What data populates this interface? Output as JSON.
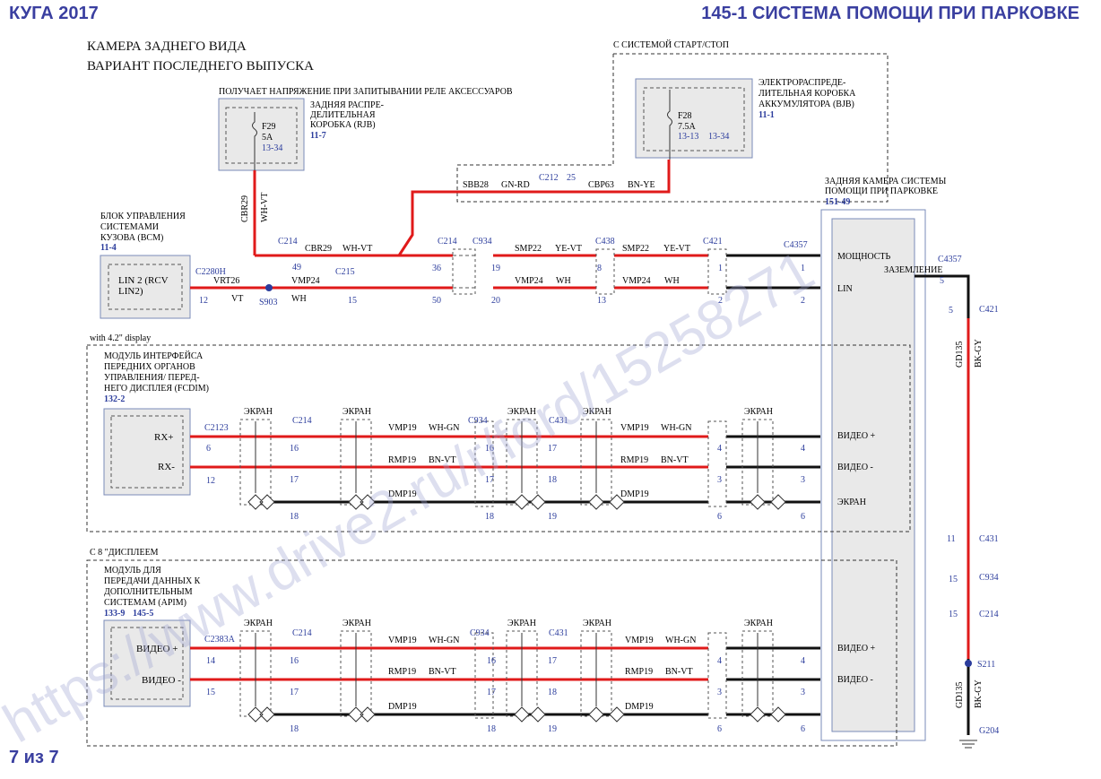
{
  "header": {
    "left": "КУГА 2017",
    "right": "145-1 СИСТЕМА ПОМОЩИ ПРИ ПАРКОВКЕ"
  },
  "footer": {
    "page": "7 из 7"
  },
  "title": {
    "line1": "КАМЕРА ЗАДНЕГО ВИДА",
    "line2": "ВАРИАНТ ПОСЛЕДНЕГО ВЫПУСКА"
  },
  "watermark": "https://www.drive2.ru/r/ford/15258271",
  "rjb": {
    "note": "ПОЛУЧАЕТ НАПРЯЖЕНИЕ ПРИ ЗАПИТЫВАНИИ РЕЛЕ АКСЕССУАРОВ",
    "fuse": "F29",
    "amp": "5A",
    "pins": "13-34",
    "name1": "ЗАДНЯЯ РАСПРЕ-",
    "name2": "ДЕЛИТЕЛЬНАЯ",
    "name3": "КОРОБКА (RJB)",
    "ref": "11-7"
  },
  "startstop": {
    "label": "С СИСТЕМОЙ СТАРТ/СТОП",
    "fuse": "F28",
    "amp": "7.5A",
    "pin1": "13-13",
    "pin2": "13-34",
    "name1": "ЭЛЕКТРОРАСПРЕДЕ-",
    "name2": "ЛИТЕЛЬНАЯ КОРОБКА",
    "name3": "АККУМУЛЯТОРА (BJB)",
    "ref": "11-1"
  },
  "wire_top": {
    "c1": "SBB28",
    "c2": "GN-RD",
    "conn": "C212",
    "pin": "25",
    "c3": "CBP63",
    "c4": "BN-YE"
  },
  "bcm": {
    "name1": "БЛОК УПРАВЛЕНИЯ",
    "name2": "СИСТЕМАМИ",
    "name3": "КУЗОВА (BCM)",
    "ref": "11-4",
    "box1": "LIN 2 (RCV",
    "box2": "LIN2)",
    "conn": "C2280H",
    "pin": "12"
  },
  "camera": {
    "name1": "ЗАДНЯЯ КАМЕРА СИСТЕМЫ",
    "name2": "ПОМОЩИ ПРИ ПАРКОВКЕ",
    "ref": "151-49",
    "power": "МОЩНОСТЬ",
    "lin": "LIN",
    "ground": "ЗАЗЕМЛЕНИЕ",
    "vplus": "ВИДЕО +",
    "vminus": "ВИДЕО -",
    "screen": "ЭКРАН"
  },
  "row_power": {
    "w1a": "CBR29",
    "w1b": "WH-VT",
    "c214": "C214",
    "p49": "49",
    "p36": "36",
    "c934": "C934",
    "p19": "19",
    "w2a": "SMP22",
    "w2b": "YE-VT",
    "c438": "C438",
    "p8": "8",
    "w3a": "SMP22",
    "w3b": "YE-VT",
    "c421": "C421",
    "p1": "1",
    "c4357": "C4357",
    "p1b": "1"
  },
  "row_lin": {
    "wa": "VRT26",
    "wb": "VT",
    "splice": "S903",
    "wc": "VMP24",
    "wd": "WH",
    "c215": "C215",
    "p15": "15",
    "p50": "50",
    "p20": "20",
    "we": "VMP24",
    "wf": "WH",
    "p13": "13",
    "wg": "VMP24",
    "wh": "WH",
    "p2": "2",
    "p2b": "2"
  },
  "vertical": {
    "cbr": "CBR29",
    "wh": "WH-VT"
  },
  "ground_path": {
    "c4357": "C4357",
    "p5": "5",
    "p5b": "5",
    "c421": "C421",
    "gd1": "GD135",
    "bk1": "BK-GY",
    "p11": "11",
    "c431": "C431",
    "p15": "15",
    "c934": "C934",
    "p15b": "15",
    "c214": "C214",
    "s211": "S211",
    "gd2": "GD135",
    "bk2": "BK-GY",
    "g204": "G204"
  },
  "section1": {
    "note": "with 4.2\" display",
    "name1": "МОДУЛЬ ИНТЕРФЕЙСА",
    "name2": "ПЕРЕДНИХ ОРГАНОВ",
    "name3": "УПРАВЛЕНИЯ/ ПЕРЕД-",
    "name4": "НЕГО ДИСПЛЕЯ (FCDIM)",
    "ref": "132-2",
    "pin_a": "RX+",
    "pin_b": "RX-",
    "conn": "C2123",
    "pa": "6",
    "pb": "12"
  },
  "section2": {
    "note": "С 8 \"ДИСПЛЕЕМ",
    "name1": "МОДУЛЬ ДЛЯ",
    "name2": "ПЕРЕДАЧИ ДАННЫХ К",
    "name3": "ДОПОЛНИТЕЛЬНЫМ",
    "name4": "СИСТЕМАМ (APIM)",
    "ref1": "133-9",
    "ref2": "145-5",
    "pin_a": "ВИДЕО +",
    "pin_b": "ВИДЕО -",
    "conn": "C2383A",
    "pa": "14",
    "pb": "15"
  },
  "video": {
    "ekran": "ЭКРАН",
    "c214": "C214",
    "c934": "C934",
    "c431": "C431",
    "vmp": "VMP19",
    "whgn": "WH-GN",
    "rmp": "RMP19",
    "bnvt": "BN-VT",
    "dmp": "DMP19",
    "p16": "16",
    "p17": "17",
    "p18": "18",
    "p16b": "16",
    "p17b": "17",
    "p18b": "18",
    "p17c": "17",
    "p18c": "18",
    "p19": "19",
    "p4": "4",
    "p3": "3",
    "p6": "6",
    "p4b": "4",
    "p3b": "3",
    "p6b": "6"
  }
}
